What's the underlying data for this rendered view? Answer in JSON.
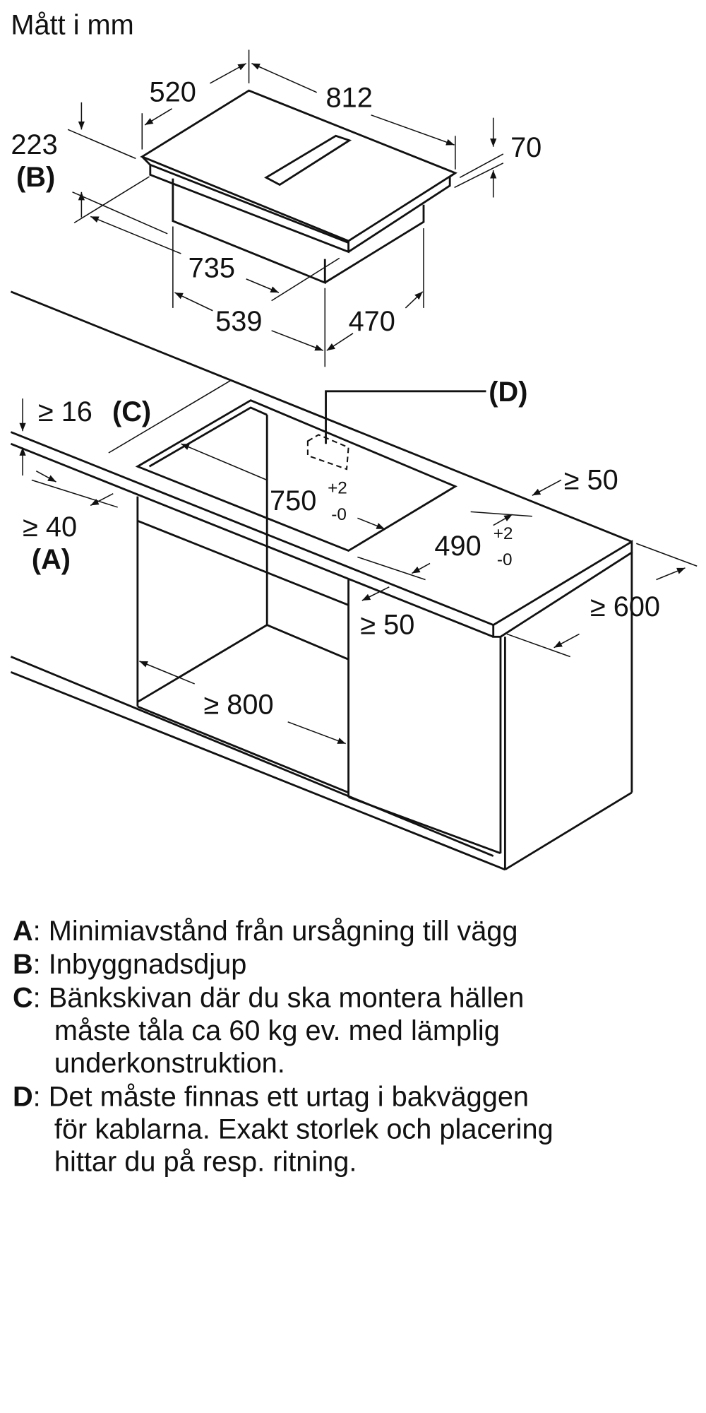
{
  "title": "Mått i mm",
  "hob": {
    "width": "812",
    "depth": "520",
    "cutout_depth_b": "223",
    "b_label": "(B)",
    "height": "70",
    "d735": "735",
    "d539": "539",
    "d470": "470"
  },
  "worktop": {
    "d_label": "(D)",
    "min16": "≥ 16",
    "c_label": "(C)",
    "min40": "≥ 40",
    "a_label": "(A)",
    "cut_w": "750",
    "cut_w_tol_plus": "+2",
    "cut_w_tol_minus": "-0",
    "cut_d": "490",
    "cut_d_tol_plus": "+2",
    "cut_d_tol_minus": "-0",
    "min50_back": "≥ 50",
    "min50_side": "≥ 50",
    "min600": "≥ 600",
    "min800": "≥ 800"
  },
  "legend": [
    {
      "key": "A",
      "lines": [
        ": Minimiavstånd från ursågning till vägg"
      ]
    },
    {
      "key": "B",
      "lines": [
        ": Inbyggnadsdjup"
      ]
    },
    {
      "key": "C",
      "lines": [
        ": Bänkskivan där du ska montera hällen",
        "måste tåla ca 60 kg ev. med lämplig",
        "underkonstruktion."
      ]
    },
    {
      "key": "D",
      "lines": [
        ": Det måste finnas ett urtag i bakväggen",
        "för kablarna. Exakt storlek och placering",
        "hittar du på resp. ritning."
      ]
    }
  ]
}
